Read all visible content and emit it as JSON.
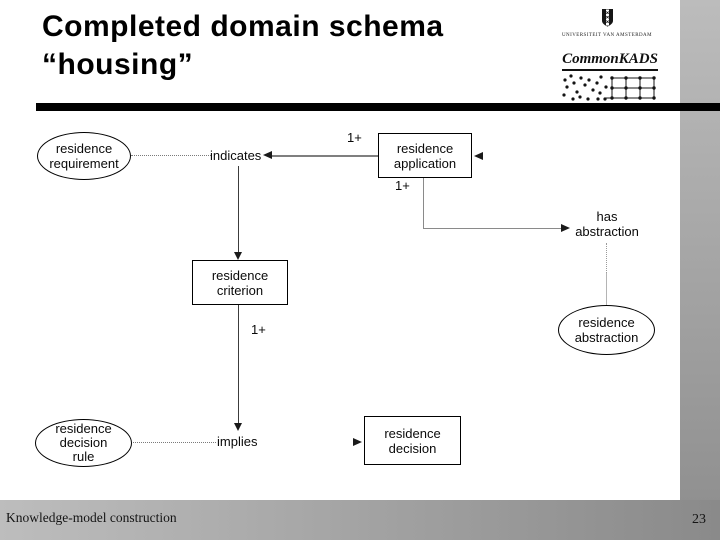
{
  "slide": {
    "title_line1": "Completed domain schema",
    "title_line2": "“housing”"
  },
  "logos": {
    "university_name": "UNIVERSITEIT VAN AMSTERDAM",
    "commonkads": "CommonKADS"
  },
  "diagram": {
    "nodes": {
      "requirement": {
        "lines": [
          "residence",
          "requirement"
        ]
      },
      "application": {
        "lines": [
          "residence",
          "application"
        ]
      },
      "criterion": {
        "lines": [
          "residence",
          "criterion"
        ]
      },
      "abstraction": {
        "lines": [
          "residence",
          "abstraction"
        ]
      },
      "decision_rule": {
        "lines": [
          "residence",
          "decision",
          "rule"
        ]
      },
      "decision": {
        "lines": [
          "residence",
          "decision"
        ]
      }
    },
    "relations": {
      "indicates": "indicates",
      "implies": "implies",
      "has_abstraction": [
        "has",
        "abstraction"
      ]
    },
    "cardinality": "1+"
  },
  "footer": {
    "left_text": "Knowledge-model construction",
    "page_number": "23"
  },
  "colors": {
    "header_rule": "#000000",
    "gray_bar": "#b5b5b5",
    "connector_gray": "#7f7f7f"
  }
}
